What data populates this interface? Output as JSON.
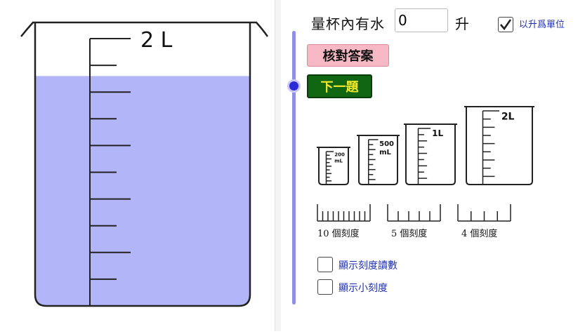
{
  "main_beaker": {
    "capacity_label": "2 L",
    "major_marks": 10,
    "water_level_fraction": 0.86,
    "water_color": "#b3b5f9"
  },
  "question": {
    "label": "量杯內有水",
    "answer_value": "0",
    "unit": "升"
  },
  "options": {
    "litre_unit": {
      "label": "以升爲單位",
      "checked": true
    },
    "show_reading": {
      "label": "顯示刻度讀數",
      "checked": false
    },
    "show_minor": {
      "label": "顯示小刻度",
      "checked": false
    }
  },
  "buttons": {
    "check_answer": "核對答案",
    "next_question": "下一題"
  },
  "slider": {
    "value_fraction": 0.2
  },
  "sample_beakers": [
    {
      "label": "200 mL",
      "lines": [
        "200",
        "mL"
      ],
      "marks": 9
    },
    {
      "label": "500 mL",
      "lines": [
        "500",
        "mL"
      ],
      "marks": 9
    },
    {
      "label": "1L",
      "lines": [
        "1L"
      ],
      "marks": 9
    },
    {
      "label": "2L",
      "lines": [
        "2L"
      ],
      "marks": 9
    }
  ],
  "scale_examples": [
    {
      "divisions": 10,
      "caption": "10 個刻度"
    },
    {
      "divisions": 5,
      "caption": "5 個刻度"
    },
    {
      "divisions": 4,
      "caption": "4 個刻度"
    }
  ]
}
